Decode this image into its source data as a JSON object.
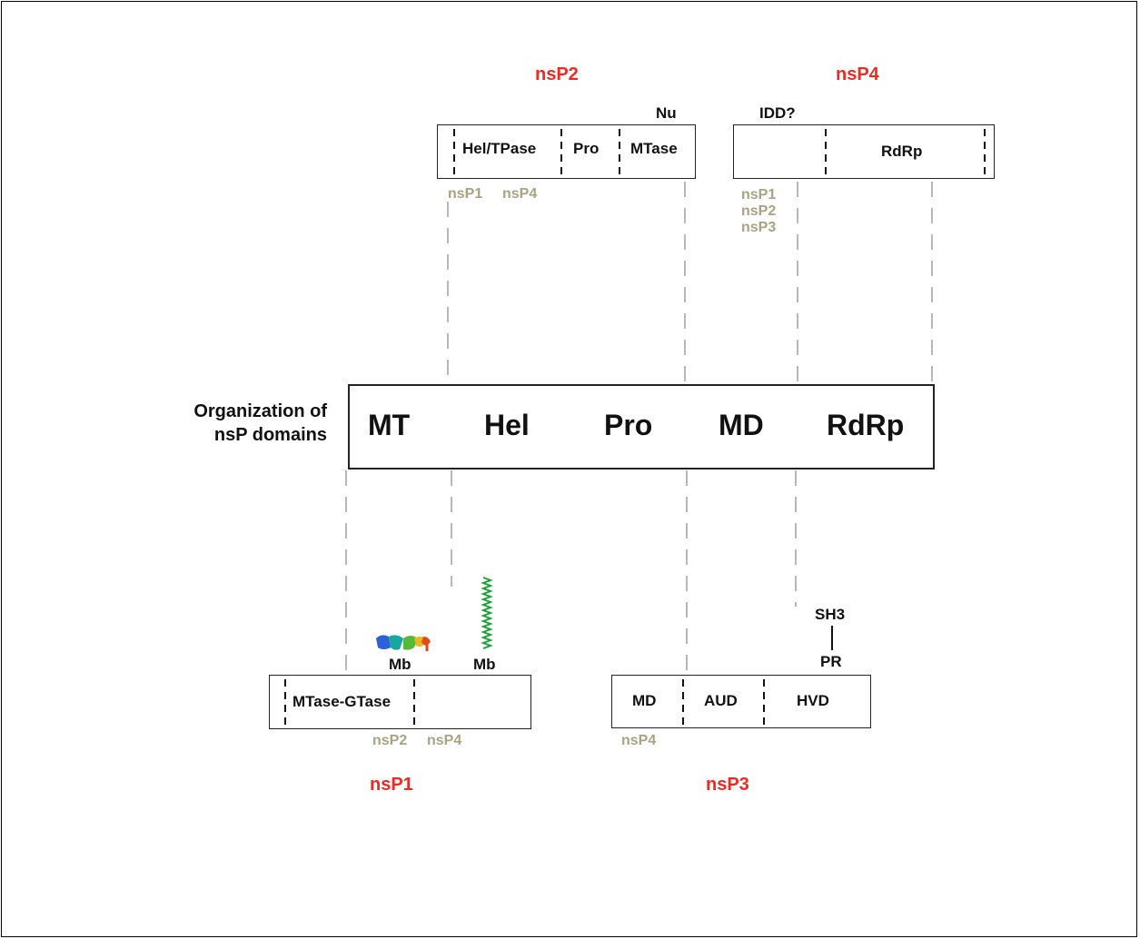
{
  "overview": {
    "title_line1": "Organization of",
    "title_line2": "nsP domains",
    "domains": [
      "MT",
      "Hel",
      "Pro",
      "MD",
      "RdRp"
    ]
  },
  "nsP2": {
    "name": "nsP2",
    "domains": [
      "Hel/TPase",
      "Pro",
      "MTase"
    ],
    "above_label": "Nu",
    "partners": [
      "nsP1",
      "nsP4"
    ]
  },
  "nsP4": {
    "name": "nsP4",
    "domains": [
      "RdRp"
    ],
    "above_label": "IDD?",
    "partners": [
      "nsP1",
      "nsP2",
      "nsP3"
    ]
  },
  "nsP1": {
    "name": "nsP1",
    "domains": [
      "MTase-GTase"
    ],
    "membrane_labels": [
      "Mb",
      "Mb"
    ],
    "partners": [
      "nsP2",
      "nsP4"
    ]
  },
  "nsP3": {
    "name": "nsP3",
    "domains": [
      "MD",
      "AUD",
      "HVD"
    ],
    "above_labels": [
      "SH3",
      "PR"
    ],
    "partners": [
      "nsP4"
    ]
  },
  "colors": {
    "protein_name": "#ee2a24",
    "partner_label": "#a8a383",
    "guide_line": "#b8b8b8",
    "helix_green": "#1e9e3a"
  },
  "icons": [
    "helix-ribbon-icon",
    "amphipathic-helix-icon"
  ]
}
